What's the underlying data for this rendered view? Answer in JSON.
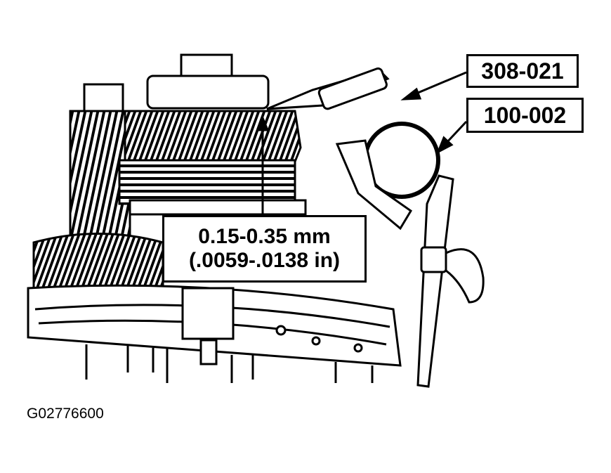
{
  "tools": {
    "dial_indicator_holder": "308-021",
    "dial_indicator": "100-002"
  },
  "specification": {
    "metric": "0.15-0.35 mm",
    "imperial": "(.0059-.0138 in)"
  },
  "figure_id": "G02776600",
  "colors": {
    "ink": "#000000",
    "paper": "#ffffff"
  }
}
